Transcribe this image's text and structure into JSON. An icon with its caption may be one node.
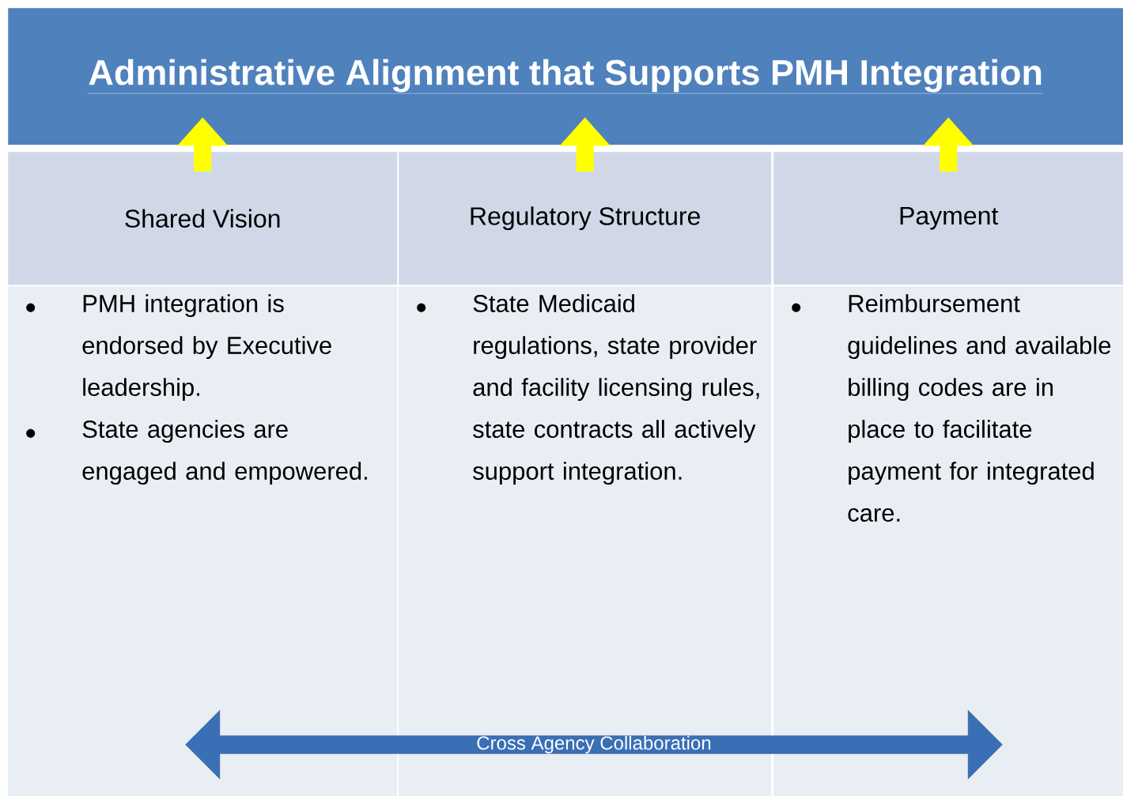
{
  "diagram": {
    "nodes": [
      {
        "text": [
          "Administrative Alignment that Supports PMH Integration"
        ]
      },
      {
        "text": [
          "Shared Vision"
        ]
      },
      {
        "text": [
          "Regulatory Structure"
        ]
      },
      {
        "text": [
          "Payment"
        ]
      },
      {
        "text": [
          "PMH integration is endorsed by Executive leadership.",
          "State agencies are engaged and empowered."
        ]
      },
      {
        "text": [
          "State Medicaid regulations, state provider and facility licensing rules, state contracts all actively support integration."
        ]
      },
      {
        "text": [
          "Reimbursement guidelines and available billing codes are in place to facilitate payment for integrated care."
        ]
      },
      {
        "text": [
          "Cross Agency Collaboration"
        ]
      }
    ],
    "edges": [
      {
        "from": 1,
        "to": 0,
        "arrow": "to"
      },
      {
        "from": 2,
        "to": 0,
        "arrow": "to"
      },
      {
        "from": 3,
        "to": 0,
        "arrow": "to"
      }
    ]
  }
}
